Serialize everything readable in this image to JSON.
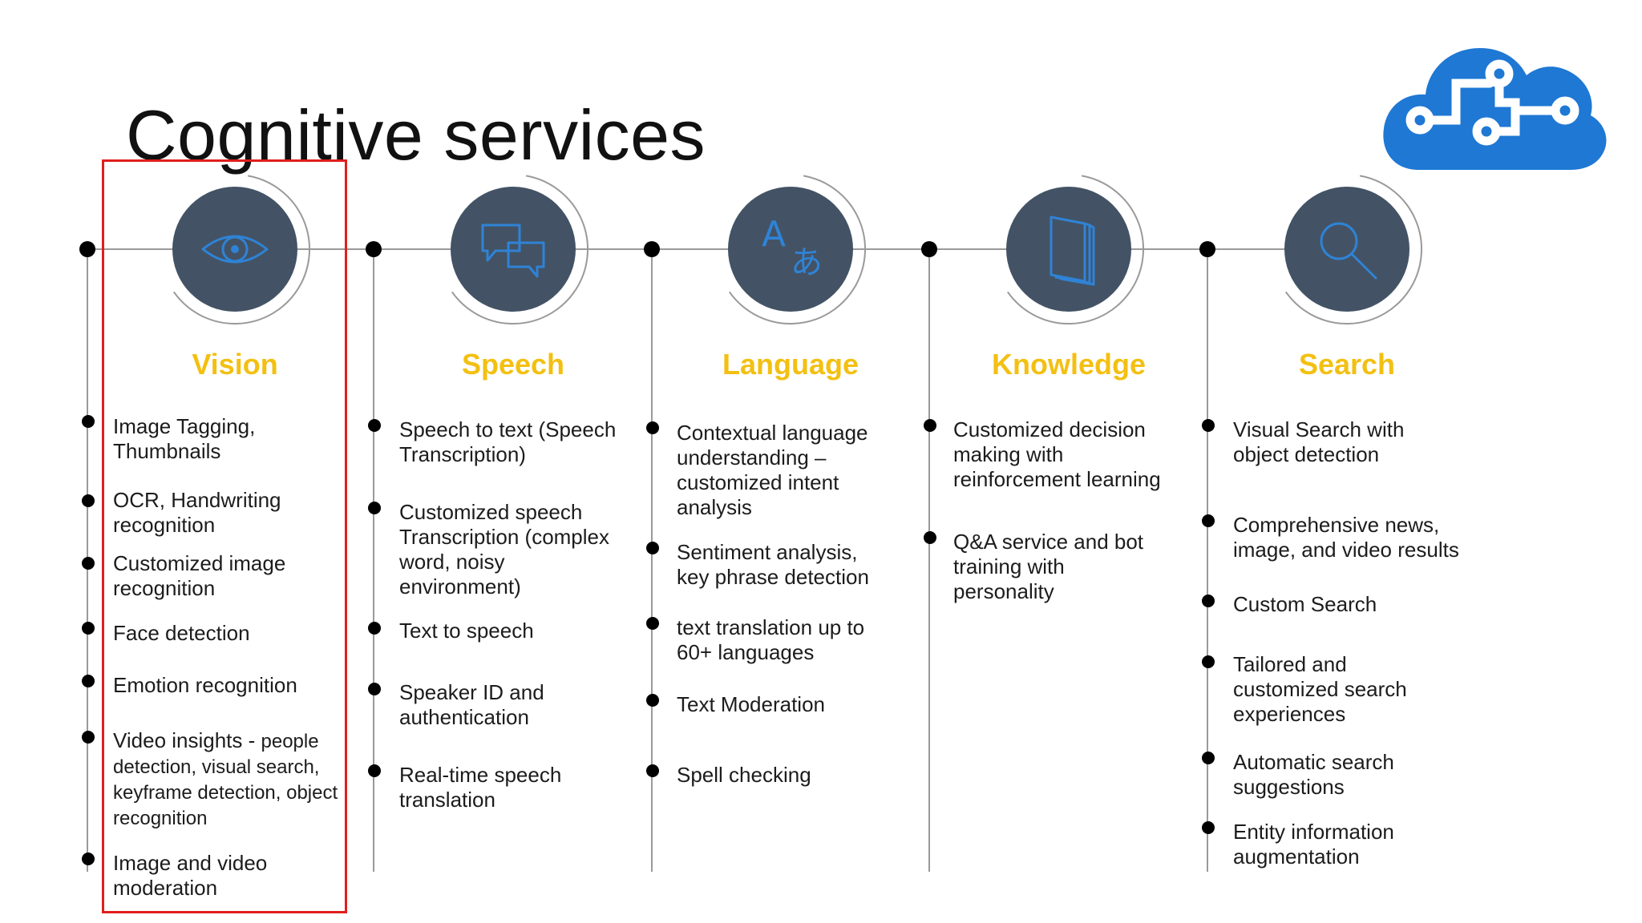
{
  "title": "Cognitive services",
  "colors": {
    "accent": "#f3c012",
    "circle_fill": "#435365",
    "icon_stroke": "#2f83d6",
    "line": "#9a9a9a",
    "dot": "#000000",
    "highlight_border": "#e01e1e",
    "logo_fill": "#1e78d4"
  },
  "logo": {
    "icon": "azure-cognitive-services-cloud-logo"
  },
  "categories": [
    {
      "name": "Vision",
      "icon": "eye-icon",
      "items": [
        {
          "text": "Image Tagging,\nThumbnails"
        },
        {
          "text": "OCR, Handwriting\nrecognition"
        },
        {
          "text": "Customized image\nrecognition"
        },
        {
          "text": "Face detection"
        },
        {
          "text": "Emotion recognition"
        },
        {
          "text": "Video insights - ",
          "detail": "people\ndetection, visual search,\nkeyframe detection, object\nrecognition"
        },
        {
          "text": "Image and video\nmoderation"
        }
      ]
    },
    {
      "name": "Speech",
      "icon": "chat-bubbles-icon",
      "items": [
        {
          "text": "Speech to text (Speech\nTranscription)"
        },
        {
          "text": "Customized speech\nTranscription (complex\nword, noisy\nenvironment)"
        },
        {
          "text": "Text to speech"
        },
        {
          "text": "Speaker ID and\nauthentication"
        },
        {
          "text": "Real-time speech\ntranslation"
        }
      ]
    },
    {
      "name": "Language",
      "icon": "translate-icon",
      "items": [
        {
          "text": "Contextual language\nunderstanding –\ncustomized intent\nanalysis"
        },
        {
          "text": "Sentiment analysis,\nkey phrase detection"
        },
        {
          "text": "text translation up to\n60+ languages"
        },
        {
          "text": "Text Moderation"
        },
        {
          "text": "Spell checking"
        }
      ]
    },
    {
      "name": "Knowledge",
      "icon": "book-icon",
      "items": [
        {
          "text": "Customized decision\nmaking with\nreinforcement learning"
        },
        {
          "text": "Q&A service and bot\ntraining with\npersonality"
        }
      ]
    },
    {
      "name": "Search",
      "icon": "magnifier-icon",
      "items": [
        {
          "text": "Visual Search with\nobject detection"
        },
        {
          "text": "Comprehensive news,\nimage, and video results"
        },
        {
          "text": "Custom Search"
        },
        {
          "text": "Tailored and\ncustomized search\nexperiences"
        },
        {
          "text": "Automatic search\nsuggestions"
        },
        {
          "text": "Entity information\naugmentation"
        }
      ]
    }
  ]
}
